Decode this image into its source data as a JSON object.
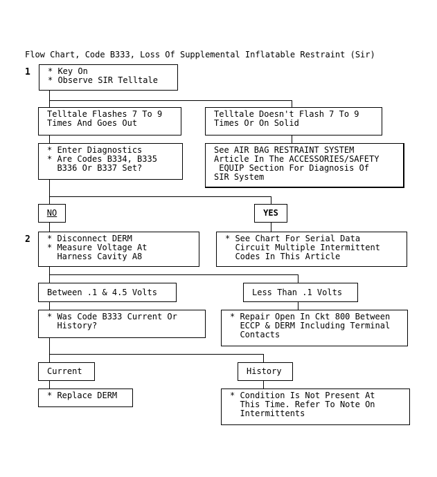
{
  "title": "Flow Chart, Code B333, Loss Of Supplemental Inflatable Restraint (Sir)",
  "steps": [
    "1",
    "2"
  ],
  "boxes": {
    "b1": "* Key On\n* Observe SIR Telltale",
    "b2a": "Telltale Flashes 7 To 9\nTimes And Goes Out",
    "b2b": "Telltale Doesn't Flash 7 To 9\nTimes Or On Solid",
    "b3a": "* Enter Diagnostics\n* Are Codes B334, B335\n  B336 Or B337 Set?",
    "b3b": "See AIR BAG RESTRAINT SYSTEM\nArticle In The ACCESSORIES/SAFETY\n EQUIP Section For Diagnosis Of\nSIR System",
    "b4a": "* Disconnect DERM\n* Measure Voltage At\n  Harness Cavity A8",
    "b4b": "* See Chart For Serial Data\n  Circuit Multiple Intermittent\n  Codes In This Article",
    "b5a": "Between .1 & 4.5 Volts",
    "b5b": "Less Than .1 Volts",
    "b6a": "* Was Code B333 Current Or\n  History?",
    "b6b": "* Repair Open In Ckt 800 Between\n  ECCP & DERM Including Terminal\n  Contacts",
    "b7a": "Current",
    "b7b": "History",
    "b8a": "* Replace DERM",
    "b8b": "* Condition Is Not Present At\n  This Time. Refer To Note On\n  Intermittents"
  },
  "tags": {
    "no": "NO",
    "yes": "YES"
  }
}
